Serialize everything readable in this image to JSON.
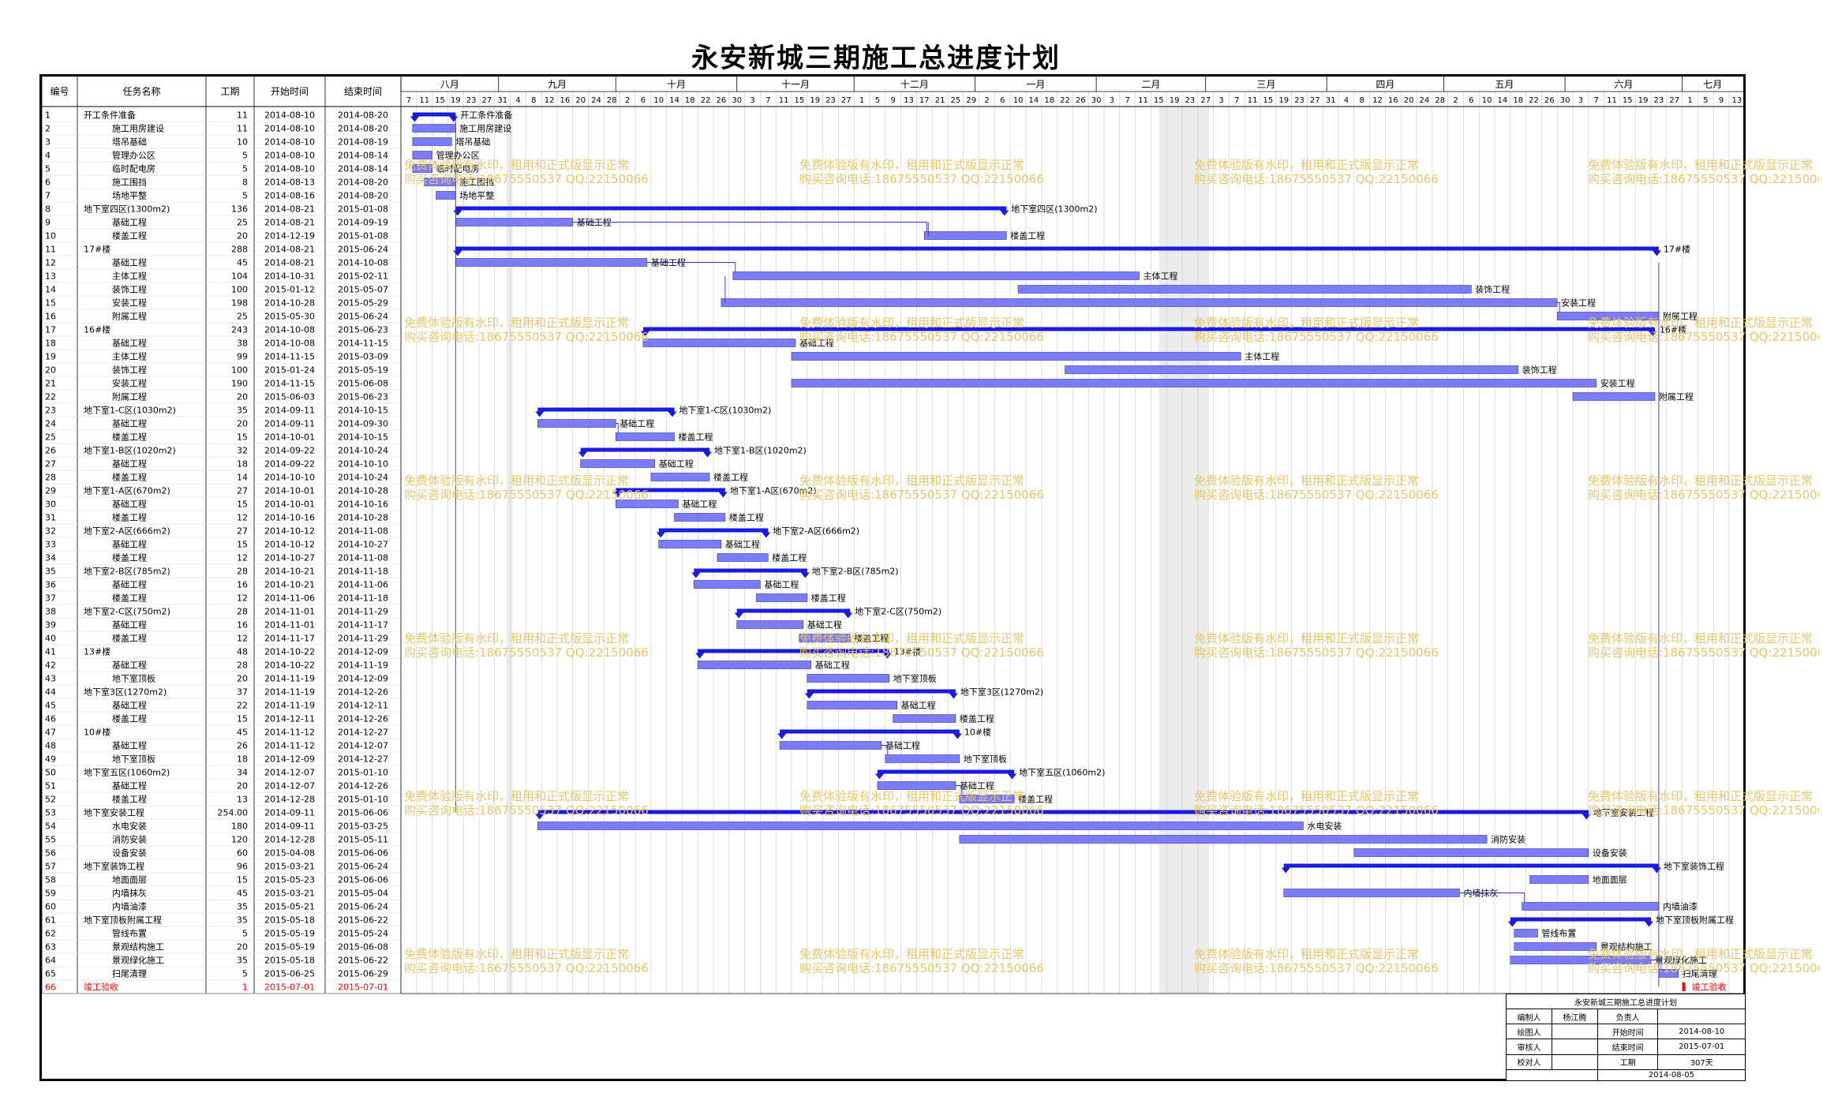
{
  "title": "永安新城三期施工总进度计划",
  "headers": {
    "id": "编号",
    "name": "任务名称",
    "duration": "工期",
    "start": "开始时间",
    "end": "结束时间"
  },
  "colors": {
    "bar": "#7c7cf4",
    "summary": "#1a1ae0",
    "link": "#2a2ae0",
    "grid": "#c8c8c8",
    "highlight": "#ff0000",
    "watermark": "#e8c76a"
  },
  "months": [
    {
      "label": "八月",
      "start": "2014-08-01"
    },
    {
      "label": "九月",
      "start": "2014-09-01"
    },
    {
      "label": "十月",
      "start": "2014-10-01"
    },
    {
      "label": "十一月",
      "start": "2014-11-01"
    },
    {
      "label": "十二月",
      "start": "2014-12-01"
    },
    {
      "label": "一月",
      "start": "2015-01-01"
    },
    {
      "label": "二月",
      "start": "2015-02-01"
    },
    {
      "label": "三月",
      "start": "2015-03-01"
    },
    {
      "label": "四月",
      "start": "2015-04-01"
    },
    {
      "label": "五月",
      "start": "2015-05-01"
    },
    {
      "label": "六月",
      "start": "2015-06-01"
    },
    {
      "label": "七月",
      "start": "2015-07-01"
    }
  ],
  "watermark": {
    "line1": "免费体验版有水印，租用和正式版显示正常",
    "line2": "购买咨询电话:18675550537 QQ:22150066"
  },
  "chart_data": {
    "type": "gantt",
    "title": "永安新城三期施工总进度计划",
    "xlim": [
      "2014-08-07",
      "2015-07-13"
    ],
    "tick_interval_days": 4,
    "tasks": [
      {
        "id": 1,
        "name": "开工条件准备",
        "duration": 11,
        "start": "2014-08-10",
        "end": "2014-08-20",
        "level": 0,
        "summary": true,
        "label": "开工条件准备"
      },
      {
        "id": 2,
        "name": "施工用房建设",
        "duration": 11,
        "start": "2014-08-10",
        "end": "2014-08-20",
        "level": 1,
        "summary": false,
        "label": "施工用房建设"
      },
      {
        "id": 3,
        "name": "塔吊基础",
        "duration": 10,
        "start": "2014-08-10",
        "end": "2014-08-19",
        "level": 1,
        "summary": false,
        "label": "塔吊基础"
      },
      {
        "id": 4,
        "name": "管理办公区",
        "duration": 5,
        "start": "2014-08-10",
        "end": "2014-08-14",
        "level": 1,
        "summary": false,
        "label": "管理办公区"
      },
      {
        "id": 5,
        "name": "临时配电房",
        "duration": 5,
        "start": "2014-08-10",
        "end": "2014-08-14",
        "level": 1,
        "summary": false,
        "label": "临时配电房"
      },
      {
        "id": 6,
        "name": "施工围挡",
        "duration": 8,
        "start": "2014-08-13",
        "end": "2014-08-20",
        "level": 1,
        "summary": false,
        "label": "施工围挡"
      },
      {
        "id": 7,
        "name": "场地平整",
        "duration": 5,
        "start": "2014-08-16",
        "end": "2014-08-20",
        "level": 1,
        "summary": false,
        "label": "场地平整"
      },
      {
        "id": 8,
        "name": "地下室四区(1300m2)",
        "duration": 136,
        "start": "2014-08-21",
        "end": "2015-01-08",
        "level": 0,
        "summary": true,
        "label": "地下室四区(1300m2)"
      },
      {
        "id": 9,
        "name": "基础工程",
        "duration": 25,
        "start": "2014-08-21",
        "end": "2014-09-19",
        "level": 1,
        "summary": false,
        "label": "基础工程"
      },
      {
        "id": 10,
        "name": "楼盖工程",
        "duration": 20,
        "start": "2014-12-19",
        "end": "2015-01-08",
        "level": 1,
        "summary": false,
        "label": "楼盖工程"
      },
      {
        "id": 11,
        "name": "17#楼",
        "duration": 288,
        "start": "2014-08-21",
        "end": "2015-06-24",
        "level": 0,
        "summary": true,
        "label": "17#楼"
      },
      {
        "id": 12,
        "name": "基础工程",
        "duration": 45,
        "start": "2014-08-21",
        "end": "2014-10-08",
        "level": 1,
        "summary": false,
        "label": "基础工程"
      },
      {
        "id": 13,
        "name": "主体工程",
        "duration": 104,
        "start": "2014-10-31",
        "end": "2015-02-11",
        "level": 1,
        "summary": false,
        "label": "主体工程"
      },
      {
        "id": 14,
        "name": "装饰工程",
        "duration": 100,
        "start": "2015-01-12",
        "end": "2015-05-07",
        "level": 1,
        "summary": false,
        "label": "装饰工程"
      },
      {
        "id": 15,
        "name": "安装工程",
        "duration": 198,
        "start": "2014-10-28",
        "end": "2015-05-29",
        "level": 1,
        "summary": false,
        "label": "安装工程"
      },
      {
        "id": 16,
        "name": "附属工程",
        "duration": 25,
        "start": "2015-05-30",
        "end": "2015-06-24",
        "level": 1,
        "summary": false,
        "label": "附属工程"
      },
      {
        "id": 17,
        "name": "16#楼",
        "duration": 243,
        "start": "2014-10-08",
        "end": "2015-06-23",
        "level": 0,
        "summary": true,
        "label": "16#楼"
      },
      {
        "id": 18,
        "name": "基础工程",
        "duration": 38,
        "start": "2014-10-08",
        "end": "2014-11-15",
        "level": 1,
        "summary": false,
        "label": "基础工程"
      },
      {
        "id": 19,
        "name": "主体工程",
        "duration": 99,
        "start": "2014-11-15",
        "end": "2015-03-09",
        "level": 1,
        "summary": false,
        "label": "主体工程"
      },
      {
        "id": 20,
        "name": "装饰工程",
        "duration": 100,
        "start": "2015-01-24",
        "end": "2015-05-19",
        "level": 1,
        "summary": false,
        "label": "装饰工程"
      },
      {
        "id": 21,
        "name": "安装工程",
        "duration": 190,
        "start": "2014-11-15",
        "end": "2015-06-08",
        "level": 1,
        "summary": false,
        "label": "安装工程"
      },
      {
        "id": 22,
        "name": "附属工程",
        "duration": 20,
        "start": "2015-06-03",
        "end": "2015-06-23",
        "level": 1,
        "summary": false,
        "label": "附属工程"
      },
      {
        "id": 23,
        "name": "地下室1-C区(1030m2)",
        "duration": 35,
        "start": "2014-09-11",
        "end": "2014-10-15",
        "level": 0,
        "summary": true,
        "label": "地下室1-C区(1030m2)"
      },
      {
        "id": 24,
        "name": "基础工程",
        "duration": 20,
        "start": "2014-09-11",
        "end": "2014-09-30",
        "level": 1,
        "summary": false,
        "label": "基础工程"
      },
      {
        "id": 25,
        "name": "楼盖工程",
        "duration": 15,
        "start": "2014-10-01",
        "end": "2014-10-15",
        "level": 1,
        "summary": false,
        "label": "楼盖工程"
      },
      {
        "id": 26,
        "name": "地下室1-B区(1020m2)",
        "duration": 32,
        "start": "2014-09-22",
        "end": "2014-10-24",
        "level": 0,
        "summary": true,
        "label": "地下室1-B区(1020m2)"
      },
      {
        "id": 27,
        "name": "基础工程",
        "duration": 18,
        "start": "2014-09-22",
        "end": "2014-10-10",
        "level": 1,
        "summary": false,
        "label": "基础工程"
      },
      {
        "id": 28,
        "name": "楼盖工程",
        "duration": 14,
        "start": "2014-10-10",
        "end": "2014-10-24",
        "level": 1,
        "summary": false,
        "label": "楼盖工程"
      },
      {
        "id": 29,
        "name": "地下室1-A区(670m2)",
        "duration": 27,
        "start": "2014-10-01",
        "end": "2014-10-28",
        "level": 0,
        "summary": true,
        "label": "地下室1-A区(670m2)"
      },
      {
        "id": 30,
        "name": "基础工程",
        "duration": 15,
        "start": "2014-10-01",
        "end": "2014-10-16",
        "level": 1,
        "summary": false,
        "label": "基础工程"
      },
      {
        "id": 31,
        "name": "楼盖工程",
        "duration": 12,
        "start": "2014-10-16",
        "end": "2014-10-28",
        "level": 1,
        "summary": false,
        "label": "楼盖工程"
      },
      {
        "id": 32,
        "name": "地下室2-A区(666m2)",
        "duration": 27,
        "start": "2014-10-12",
        "end": "2014-11-08",
        "level": 0,
        "summary": true,
        "label": "地下室2-A区(666m2)"
      },
      {
        "id": 33,
        "name": "基础工程",
        "duration": 15,
        "start": "2014-10-12",
        "end": "2014-10-27",
        "level": 1,
        "summary": false,
        "label": "基础工程"
      },
      {
        "id": 34,
        "name": "楼盖工程",
        "duration": 12,
        "start": "2014-10-27",
        "end": "2014-11-08",
        "level": 1,
        "summary": false,
        "label": "楼盖工程"
      },
      {
        "id": 35,
        "name": "地下室2-B区(785m2)",
        "duration": 28,
        "start": "2014-10-21",
        "end": "2014-11-18",
        "level": 0,
        "summary": true,
        "label": "地下室2-B区(785m2)"
      },
      {
        "id": 36,
        "name": "基础工程",
        "duration": 16,
        "start": "2014-10-21",
        "end": "2014-11-06",
        "level": 1,
        "summary": false,
        "label": "基础工程"
      },
      {
        "id": 37,
        "name": "楼盖工程",
        "duration": 12,
        "start": "2014-11-06",
        "end": "2014-11-18",
        "level": 1,
        "summary": false,
        "label": "楼盖工程"
      },
      {
        "id": 38,
        "name": "地下室2-C区(750m2)",
        "duration": 28,
        "start": "2014-11-01",
        "end": "2014-11-29",
        "level": 0,
        "summary": true,
        "label": "地下室2-C区(750m2)"
      },
      {
        "id": 39,
        "name": "基础工程",
        "duration": 16,
        "start": "2014-11-01",
        "end": "2014-11-17",
        "level": 1,
        "summary": false,
        "label": "基础工程"
      },
      {
        "id": 40,
        "name": "楼盖工程",
        "duration": 12,
        "start": "2014-11-17",
        "end": "2014-11-29",
        "level": 1,
        "summary": false,
        "label": "楼盖工程"
      },
      {
        "id": 41,
        "name": "13#楼",
        "duration": 48,
        "start": "2014-10-22",
        "end": "2014-12-09",
        "level": 0,
        "summary": true,
        "label": "13#楼"
      },
      {
        "id": 42,
        "name": "基础工程",
        "duration": 28,
        "start": "2014-10-22",
        "end": "2014-11-19",
        "level": 1,
        "summary": false,
        "label": "基础工程"
      },
      {
        "id": 43,
        "name": "地下室顶板",
        "duration": 20,
        "start": "2014-11-19",
        "end": "2014-12-09",
        "level": 1,
        "summary": false,
        "label": "地下室顶板"
      },
      {
        "id": 44,
        "name": "地下室3区(1270m2)",
        "duration": 37,
        "start": "2014-11-19",
        "end": "2014-12-26",
        "level": 0,
        "summary": true,
        "label": "地下室3区(1270m2)"
      },
      {
        "id": 45,
        "name": "基础工程",
        "duration": 22,
        "start": "2014-11-19",
        "end": "2014-12-11",
        "level": 1,
        "summary": false,
        "label": "基础工程"
      },
      {
        "id": 46,
        "name": "楼盖工程",
        "duration": 15,
        "start": "2014-12-11",
        "end": "2014-12-26",
        "level": 1,
        "summary": false,
        "label": "楼盖工程"
      },
      {
        "id": 47,
        "name": "10#楼",
        "duration": 45,
        "start": "2014-11-12",
        "end": "2014-12-27",
        "level": 0,
        "summary": true,
        "label": "10#楼"
      },
      {
        "id": 48,
        "name": "基础工程",
        "duration": 26,
        "start": "2014-11-12",
        "end": "2014-12-07",
        "level": 1,
        "summary": false,
        "label": "基础工程"
      },
      {
        "id": 49,
        "name": "地下室顶板",
        "duration": 18,
        "start": "2014-12-09",
        "end": "2014-12-27",
        "level": 1,
        "summary": false,
        "label": "地下室顶板"
      },
      {
        "id": 50,
        "name": "地下室五区(1060m2)",
        "duration": 34,
        "start": "2014-12-07",
        "end": "2015-01-10",
        "level": 0,
        "summary": true,
        "label": "地下室五区(1060m2)"
      },
      {
        "id": 51,
        "name": "基础工程",
        "duration": 20,
        "start": "2014-12-07",
        "end": "2014-12-26",
        "level": 1,
        "summary": false,
        "label": "基础工程"
      },
      {
        "id": 52,
        "name": "楼盖工程",
        "duration": 13,
        "start": "2014-12-28",
        "end": "2015-01-10",
        "level": 1,
        "summary": false,
        "label": "楼盖工程"
      },
      {
        "id": 53,
        "name": "地下室安装工程",
        "duration": "254.00",
        "start": "2014-09-11",
        "end": "2015-06-06",
        "level": 0,
        "summary": true,
        "label": "地下室安装工程"
      },
      {
        "id": 54,
        "name": "水电安装",
        "duration": 180,
        "start": "2014-09-11",
        "end": "2015-03-25",
        "level": 1,
        "summary": false,
        "label": "水电安装"
      },
      {
        "id": 55,
        "name": "消防安装",
        "duration": 120,
        "start": "2014-12-28",
        "end": "2015-05-11",
        "level": 1,
        "summary": false,
        "label": "消防安装"
      },
      {
        "id": 56,
        "name": "设备安装",
        "duration": 60,
        "start": "2015-04-08",
        "end": "2015-06-06",
        "level": 1,
        "summary": false,
        "label": "设备安装"
      },
      {
        "id": 57,
        "name": "地下室装饰工程",
        "duration": 96,
        "start": "2015-03-21",
        "end": "2015-06-24",
        "level": 0,
        "summary": true,
        "label": "地下室装饰工程"
      },
      {
        "id": 58,
        "name": "地面面层",
        "duration": 15,
        "start": "2015-05-23",
        "end": "2015-06-06",
        "level": 1,
        "summary": false,
        "label": "地面面层"
      },
      {
        "id": 59,
        "name": "内墙抹灰",
        "duration": 45,
        "start": "2015-03-21",
        "end": "2015-05-04",
        "level": 1,
        "summary": false,
        "label": "内墙抹灰"
      },
      {
        "id": 60,
        "name": "内墙油漆",
        "duration": 35,
        "start": "2015-05-21",
        "end": "2015-06-24",
        "level": 1,
        "summary": false,
        "label": "内墙油漆"
      },
      {
        "id": 61,
        "name": "地下室顶板附属工程",
        "duration": 35,
        "start": "2015-05-18",
        "end": "2015-06-22",
        "level": 0,
        "summary": true,
        "label": "地下室顶板附属工程"
      },
      {
        "id": 62,
        "name": "管线布置",
        "duration": 5,
        "start": "2015-05-19",
        "end": "2015-05-24",
        "level": 1,
        "summary": false,
        "label": "管线布置"
      },
      {
        "id": 63,
        "name": "景观结构施工",
        "duration": 20,
        "start": "2015-05-19",
        "end": "2015-06-08",
        "level": 1,
        "summary": false,
        "label": "景观结构施工"
      },
      {
        "id": 64,
        "name": "景观绿化施工",
        "duration": 35,
        "start": "2015-05-18",
        "end": "2015-06-22",
        "level": 1,
        "summary": false,
        "label": "景观绿化施工"
      },
      {
        "id": 65,
        "name": "扫尾清理",
        "duration": 5,
        "start": "2015-06-25",
        "end": "2015-06-29",
        "level": 1,
        "summary": false,
        "label": "扫尾清理"
      },
      {
        "id": 66,
        "name": "竣工验收",
        "duration": 1,
        "start": "2015-07-01",
        "end": "2015-07-01",
        "level": 0,
        "summary": false,
        "milestone": true,
        "highlight": true,
        "label": "竣工验收"
      }
    ]
  },
  "title_block": {
    "title": "永安新城三期施工总进度计划",
    "compiler_label": "编制人",
    "compiler": "杨江腾",
    "manager_label": "负责人",
    "draw_label": "绘图人",
    "start_label": "开始时间",
    "start": "2014-08-10",
    "review_label": "审核人",
    "end_label": "结束时间",
    "end": "2015-07-01",
    "check_label": "校对人",
    "duration_label": "工期",
    "duration": "307天",
    "date": "2014-08-05"
  }
}
